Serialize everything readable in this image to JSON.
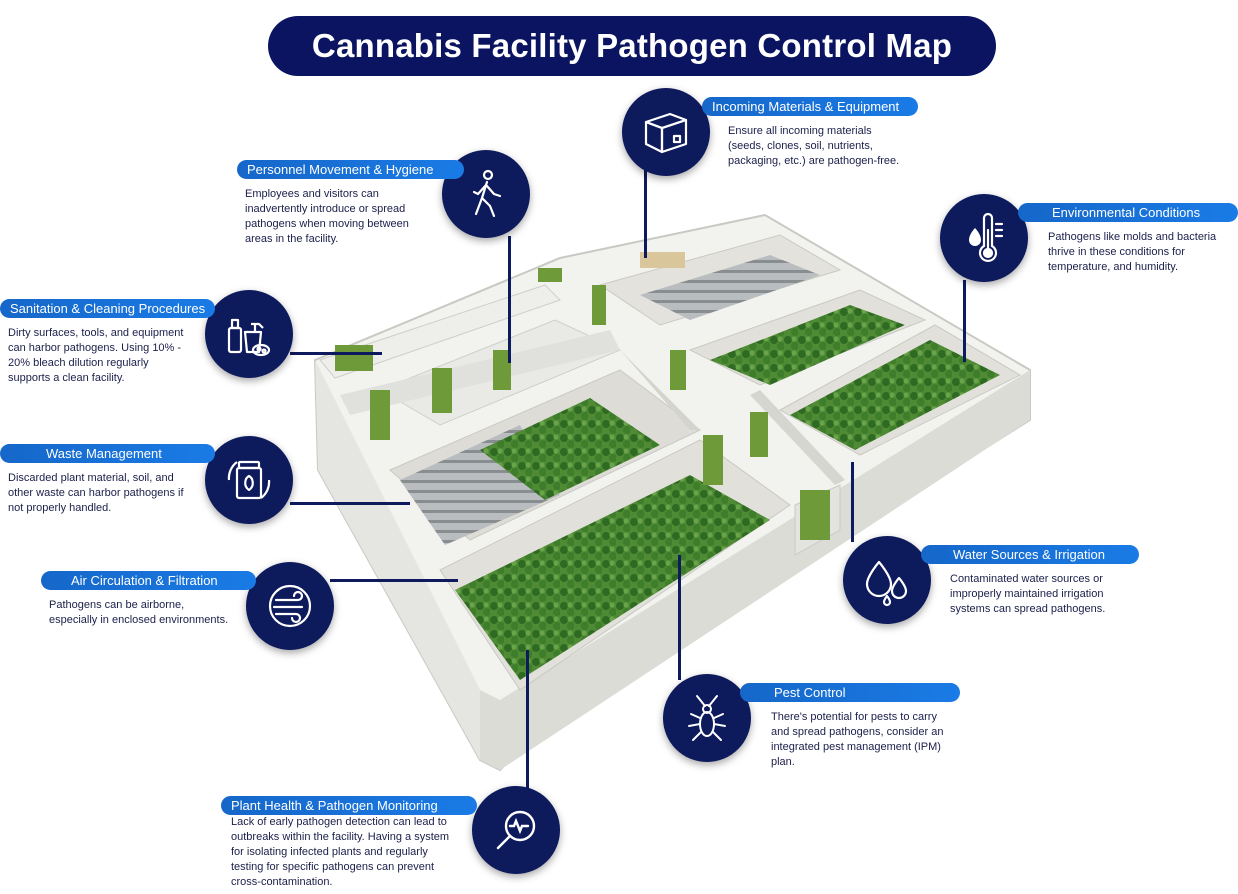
{
  "title": "Cannabis Facility Pathogen Control Map",
  "colors": {
    "navy": "#0d1a5c",
    "label_blue": "#1a6fd8",
    "wall": "#e9e9e6",
    "plant": "#3d7a2a",
    "door": "#6f9a3a"
  },
  "callouts": {
    "incoming": {
      "label": "Incoming Materials & Equipment",
      "icon": "box-icon",
      "lines": [
        "Ensure all incoming materials",
        "(seeds, clones, soil, nutrients,",
        "packaging, etc.) are pathogen-free."
      ]
    },
    "personnel": {
      "label": "Personnel Movement & Hygiene",
      "icon": "walking-person-icon",
      "lines": [
        "Employees and visitors can",
        "inadvertently introduce or spread",
        "pathogens when moving between",
        "areas in the facility."
      ]
    },
    "environment": {
      "label": "Environmental Conditions",
      "icon": "thermometer-icon",
      "lines": [
        "Pathogens like molds and bacteria",
        "thrive in these conditions for",
        "temperature, and humidity."
      ]
    },
    "sanitation": {
      "label": "Sanitation & Cleaning Procedures",
      "icon": "cleaning-supplies-icon",
      "lines": [
        "Dirty surfaces, tools, and equipment",
        "can harbor pathogens. Using 10% -",
        "20% bleach dilution regularly",
        "supports a clean facility."
      ]
    },
    "waste": {
      "label": "Waste Management",
      "icon": "recycle-bin-icon",
      "lines": [
        "Discarded plant material, soil, and",
        "other waste can harbor pathogens if",
        "not properly handled."
      ]
    },
    "air": {
      "label": "Air Circulation & Filtration",
      "icon": "air-flow-icon",
      "lines": [
        "Pathogens can be airborne,",
        "especially in enclosed environments."
      ]
    },
    "water": {
      "label": "Water Sources & Irrigation",
      "icon": "water-drops-icon",
      "lines": [
        "Contaminated water sources or",
        "improperly maintained irrigation",
        "systems can spread pathogens."
      ]
    },
    "pest": {
      "label": "Pest Control",
      "icon": "cockroach-icon",
      "lines": [
        "There's potential for pests to carry",
        "and spread pathogens, consider an",
        "integrated pest management (IPM)",
        "plan."
      ]
    },
    "monitoring": {
      "label": "Plant Health & Pathogen Monitoring",
      "icon": "magnifier-icon",
      "lines": [
        "Lack of early pathogen detection can lead to",
        "outbreaks within the facility. Having a system",
        "for isolating infected plants and regularly",
        "testing for specific pathogens can prevent",
        "cross-contamination."
      ]
    }
  }
}
